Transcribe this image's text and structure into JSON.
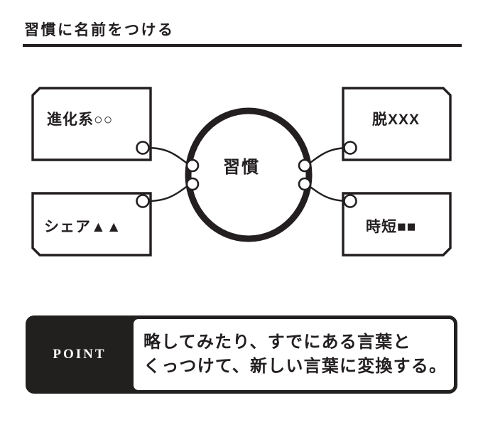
{
  "header": {
    "title": "習慣に名前をつける"
  },
  "diagram": {
    "center": {
      "label": "習慣",
      "node_name": "center-node"
    },
    "tags": [
      {
        "id": "top-left",
        "label": "進化系○○",
        "corner_cut": "top-left",
        "connector": "bottom-right"
      },
      {
        "id": "top-right",
        "label": "脱XXX",
        "corner_cut": "top-right",
        "connector": "bottom-left"
      },
      {
        "id": "bottom-left",
        "label": "シェア▲▲",
        "corner_cut": "bottom-left",
        "connector": "top-right"
      },
      {
        "id": "bottom-right",
        "label": "時短■■",
        "corner_cut": "bottom-right",
        "connector": "top-left"
      }
    ]
  },
  "point": {
    "badge": "POINT",
    "lines": [
      "略してみたり、すでにある言葉と",
      "くっつけて、新しい言葉に変換する。"
    ]
  },
  "colors": {
    "ink": "#231f20",
    "panel_dark": "#221f1f",
    "paper": "#ffffff"
  }
}
